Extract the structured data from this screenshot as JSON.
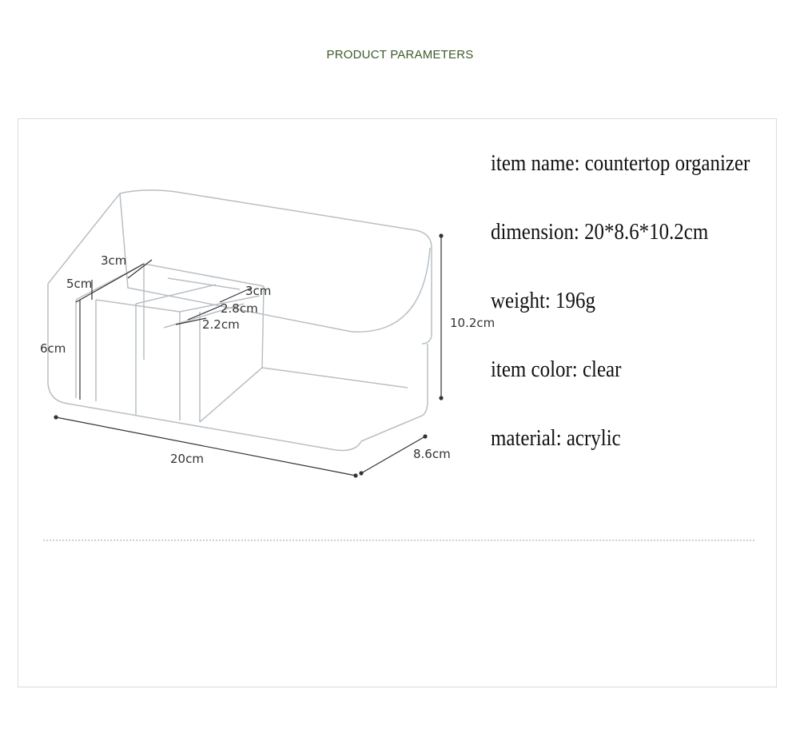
{
  "heading": "PRODUCT PARAMETERS",
  "specs": {
    "name": "item name: countertop organizer",
    "dimension": "dimension: 20*8.6*10.2cm",
    "weight": "weight: 196g",
    "color": "item color: clear",
    "material": "material: acrylic"
  },
  "dimensions": {
    "width": "20cm",
    "depth": "8.6cm",
    "height": "10.2cm",
    "compartment_height": "6cm",
    "compartment_depth": "5cm",
    "compartment_top": "3cm",
    "compartment_side": "3cm",
    "compartment_mid": "2.8cm",
    "compartment_small": "2.2cm"
  },
  "colors": {
    "heading": "#3e5a2a",
    "frame_border": "#dcdcdc"
  }
}
